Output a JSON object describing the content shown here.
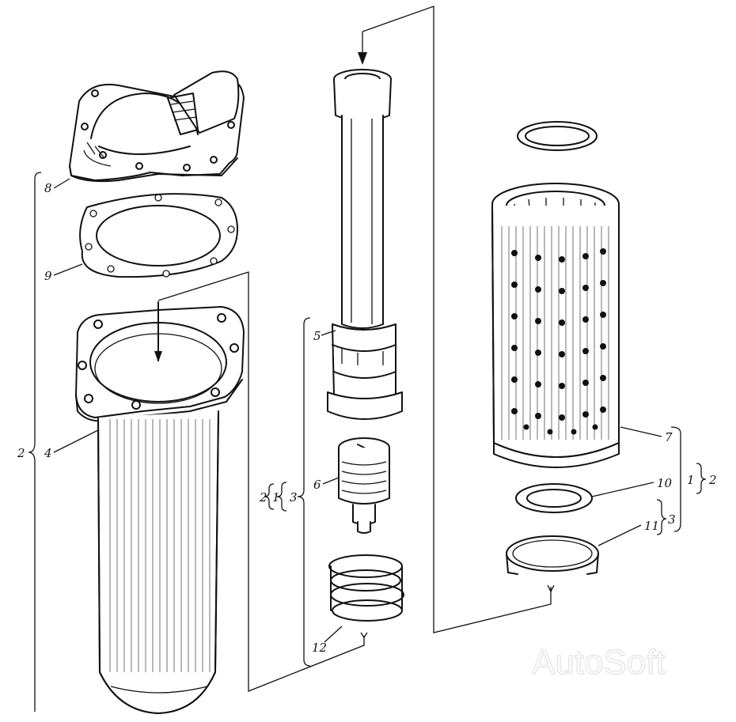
{
  "labels": {
    "l8": "8",
    "l9": "9",
    "l4": "4",
    "l2_left": "2",
    "l5": "5",
    "l6": "6",
    "l12": "12",
    "g_2": "2",
    "g_1": "1",
    "g_3": "3",
    "l7": "7",
    "l10": "10",
    "l11": "11",
    "r_1": "1",
    "r_2": "2",
    "r_3": "3"
  },
  "watermark": "AutoSoft"
}
